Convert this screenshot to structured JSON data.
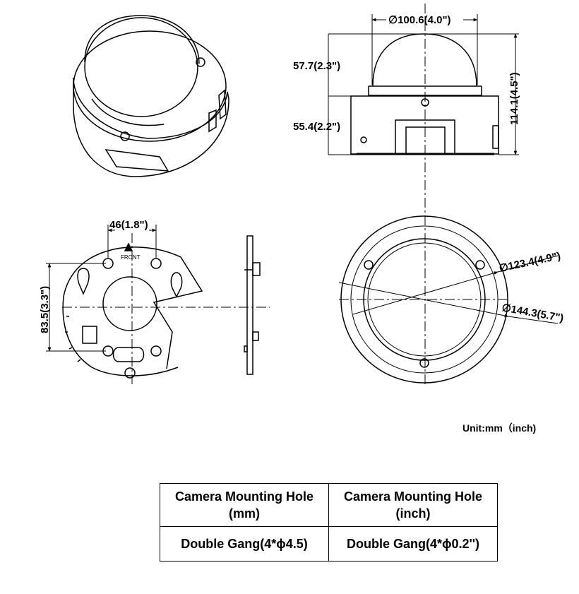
{
  "dimensions": {
    "dome_diameter": "∅100.6(4.0\")",
    "dome_height": "57.7(2.3\")",
    "base_height": "55.4(2.2\")",
    "total_height": "114.1(4.5\")",
    "plate_width": "46(1.8\")",
    "plate_height": "83.5(3.3\")",
    "trim_inner_diameter": "∅123.4(4.9\")",
    "trim_outer_diameter": "∅144.3(5.7\")"
  },
  "plate_label": "FRONT",
  "unit_note": "Unit:mm（inch)",
  "table": {
    "headers": [
      "Camera Mounting Hole\n(mm)",
      "Camera Mounting Hole\n(inch)"
    ],
    "rows": [
      [
        "Double Gang(4*ϕ4.5)",
        "Double Gang(4*ϕ0.2'')"
      ]
    ]
  }
}
